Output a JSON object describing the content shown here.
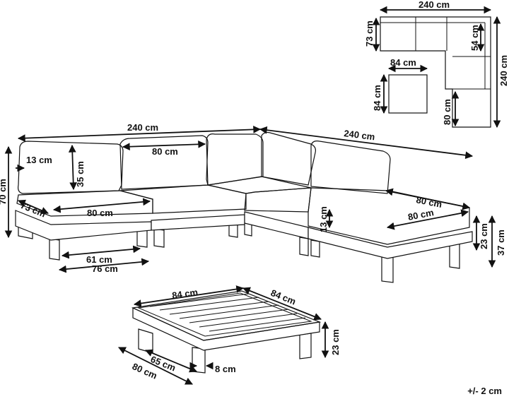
{
  "tolerance": "+/- 2 cm",
  "plan_view": {
    "top_width": "240 cm",
    "top_depth": "73 cm",
    "side_depth": "54 cm",
    "side_length": "240 cm",
    "ottoman_depth": "80 cm"
  },
  "module_view": {
    "width": "84 cm",
    "depth": "84 cm"
  },
  "sofa_view": {
    "left_length": "240 cm",
    "right_length": "240 cm",
    "armrest_width": "13 cm",
    "backrest_height": "35 cm",
    "back_cushion_width": "80 cm",
    "total_height": "70 cm",
    "seat_depth": "73 cm",
    "seat_width": "80 cm",
    "leg_span_inner": "61 cm",
    "leg_span_outer": "76 cm",
    "ottoman_width": "80 cm",
    "ottoman_depth": "80 cm",
    "cushion_thickness": "13 cm",
    "seat_height": "23 cm",
    "ottoman_height": "37 cm"
  },
  "table_view": {
    "width": "84 cm",
    "depth": "84 cm",
    "leg_inner": "65 cm",
    "leg_outer": "80 cm",
    "leg_width": "8 cm",
    "height": "23 cm"
  }
}
